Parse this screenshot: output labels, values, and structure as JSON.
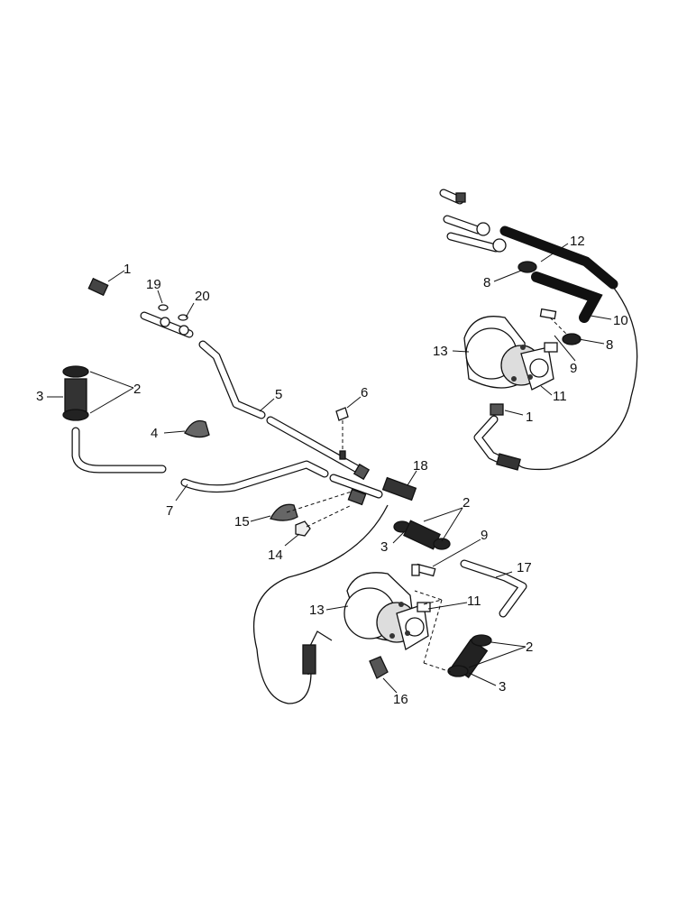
{
  "diagram": {
    "callouts": [
      {
        "id": "c1a",
        "text": "1"
      },
      {
        "id": "c19",
        "text": "19"
      },
      {
        "id": "c20",
        "text": "20"
      },
      {
        "id": "c3a",
        "text": "3"
      },
      {
        "id": "c2a",
        "text": "2"
      },
      {
        "id": "c5",
        "text": "5"
      },
      {
        "id": "c6",
        "text": "6"
      },
      {
        "id": "c4",
        "text": "4"
      },
      {
        "id": "c7",
        "text": "7"
      },
      {
        "id": "c18",
        "text": "18"
      },
      {
        "id": "c15",
        "text": "15"
      },
      {
        "id": "c14",
        "text": "14"
      },
      {
        "id": "c2b",
        "text": "2"
      },
      {
        "id": "c3b",
        "text": "3"
      },
      {
        "id": "c9b",
        "text": "9"
      },
      {
        "id": "c17",
        "text": "17"
      },
      {
        "id": "c11b",
        "text": "11"
      },
      {
        "id": "c13b",
        "text": "13"
      },
      {
        "id": "c2c",
        "text": "2"
      },
      {
        "id": "c3c",
        "text": "3"
      },
      {
        "id": "c16",
        "text": "16"
      },
      {
        "id": "c12",
        "text": "12"
      },
      {
        "id": "c8a",
        "text": "8"
      },
      {
        "id": "c10",
        "text": "10"
      },
      {
        "id": "c8b",
        "text": "8"
      },
      {
        "id": "c13a",
        "text": "13"
      },
      {
        "id": "c9a",
        "text": "9"
      },
      {
        "id": "c11a",
        "text": "11"
      },
      {
        "id": "c1b",
        "text": "1"
      }
    ]
  }
}
